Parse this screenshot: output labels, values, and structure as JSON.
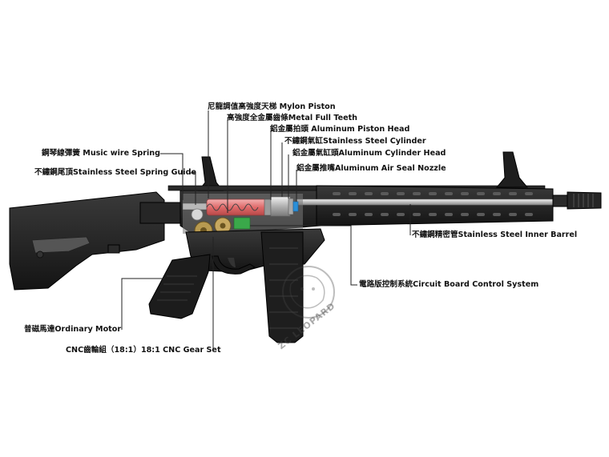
{
  "labels": {
    "mylon_piston": "尼龍調值高強度天梯 Mylon Piston",
    "metal_full_teeth": "高強度全金屬齒條Metal Full Teeth",
    "aluminum_piston_head": "鋁金屬拍頭  Aluminum Piston Head",
    "stainless_cylinder": "不鏽鋼氣缸Stainless Steel Cylinder",
    "aluminum_cylinder_head": "鋁金屬氣缸頭Aluminum Cylinder Head",
    "aluminum_nozzle": "鋁金屬推嘴Aluminum Air Seal Nozzle",
    "music_wire_spring": "鋼琴線彈簧 Music wire Spring",
    "spring_guide": "不鏽鋼尾頂Stainless Steel Spring Guide",
    "inner_barrel": "不鏽鋼精密管Stainless Steel Inner Barrel",
    "circuit_board": "電路版控制系統Circuit Board Control System",
    "ordinary_motor": "普磁馬達Ordinary Motor",
    "gear_set": "CNC齒輪組（18:1）18:1 CNC Gear Set"
  },
  "watermark": {
    "text": "ZC LEOPARD"
  },
  "colors": {
    "body": "#1c1c1c",
    "piston_red": "#e07070",
    "cylinder_silver": "#c8c8c8",
    "barrel_silver": "#d0d0d0",
    "circuit_green": "#3aa84a",
    "gear_gold": "#b89a50",
    "nozzle_blue": "#2a8fd8",
    "leader": "#222222"
  }
}
